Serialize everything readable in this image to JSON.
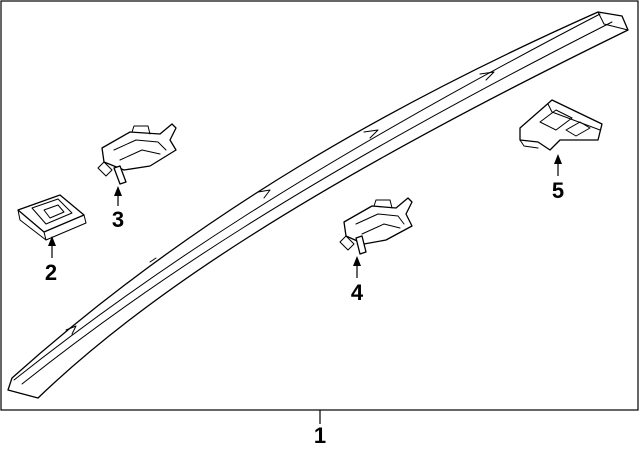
{
  "diagram": {
    "callouts": {
      "c1": "1",
      "c2": "2",
      "c3": "3",
      "c4": "4",
      "c5": "5"
    },
    "colors": {
      "line": "#000000",
      "background": "#ffffff"
    }
  }
}
